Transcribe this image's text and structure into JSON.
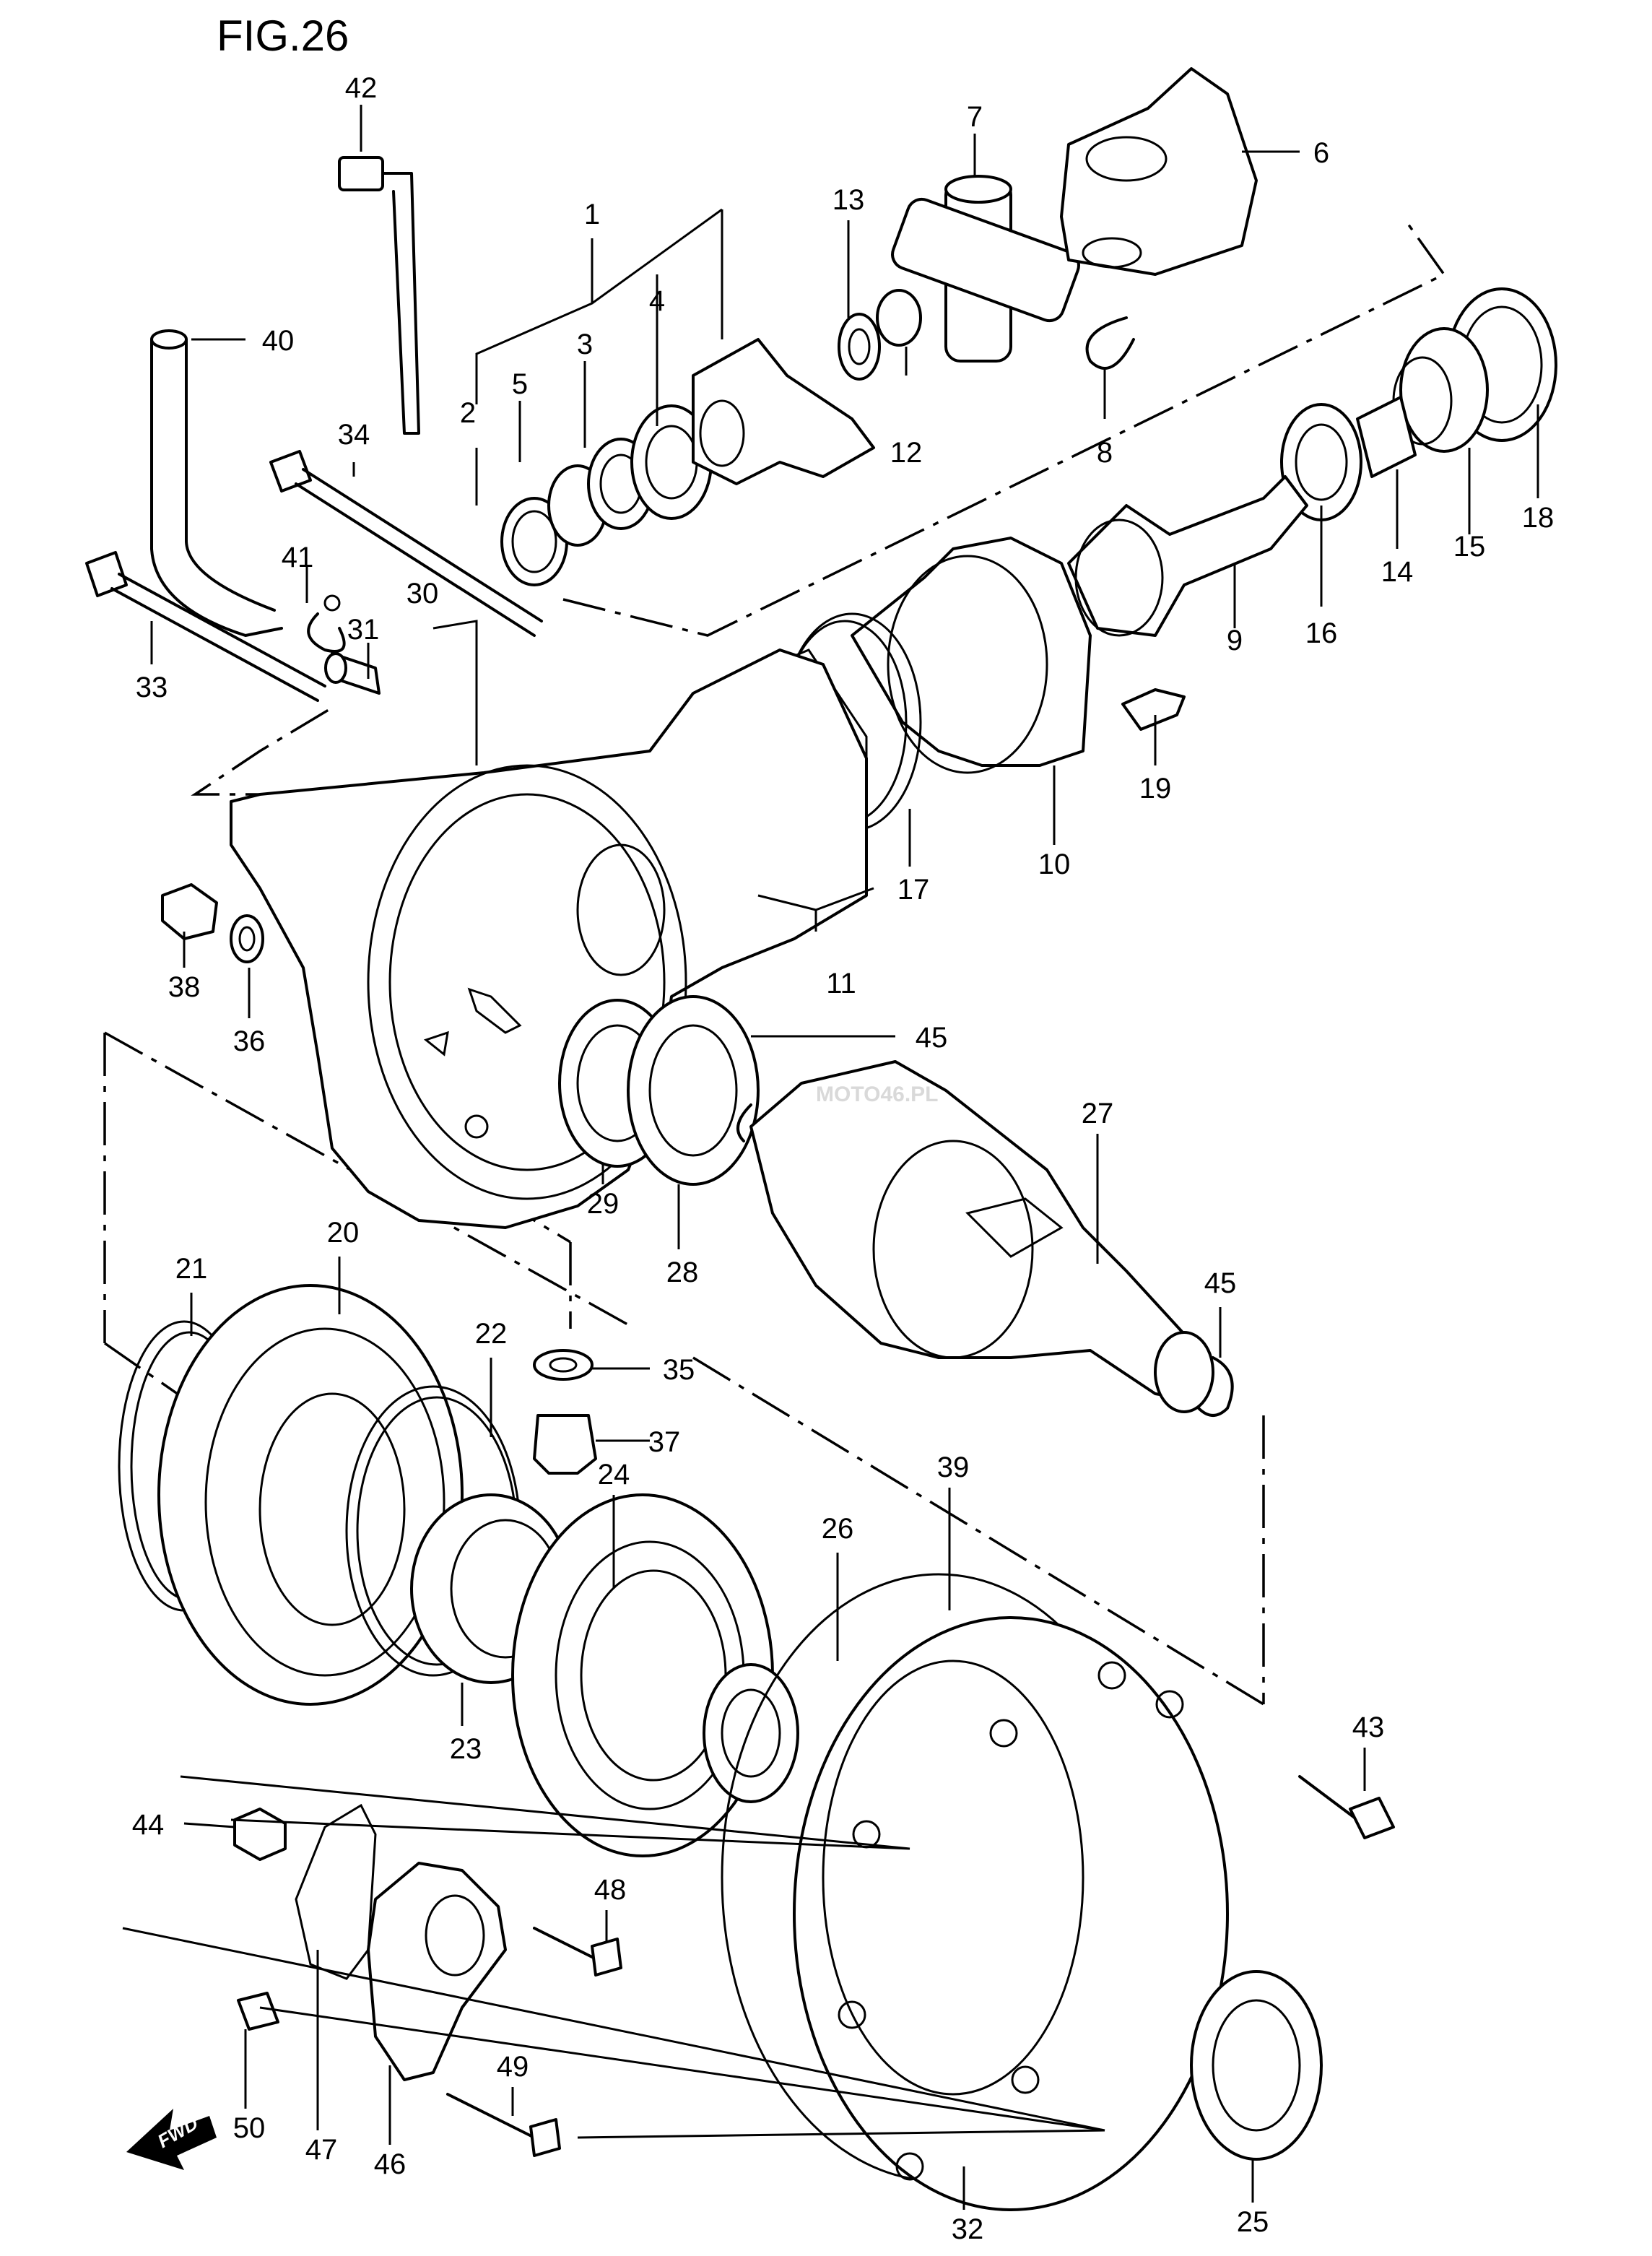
{
  "diagram": {
    "header_fragment": "FIG.26",
    "watermark": "MOTO46.PL",
    "fwd_label": "FWD",
    "callouts": [
      {
        "id": "c42",
        "label": "42"
      },
      {
        "id": "c7",
        "label": "7"
      },
      {
        "id": "c6",
        "label": "6"
      },
      {
        "id": "c1",
        "label": "1"
      },
      {
        "id": "c13",
        "label": "13"
      },
      {
        "id": "c4",
        "label": "4"
      },
      {
        "id": "c3",
        "label": "3"
      },
      {
        "id": "c5",
        "label": "5"
      },
      {
        "id": "c2",
        "label": "2"
      },
      {
        "id": "c40",
        "label": "40"
      },
      {
        "id": "c34",
        "label": "34"
      },
      {
        "id": "c12",
        "label": "12"
      },
      {
        "id": "c8",
        "label": "8"
      },
      {
        "id": "c18",
        "label": "18"
      },
      {
        "id": "c15",
        "label": "15"
      },
      {
        "id": "c14",
        "label": "14"
      },
      {
        "id": "c16",
        "label": "16"
      },
      {
        "id": "c9",
        "label": "9"
      },
      {
        "id": "c41",
        "label": "41"
      },
      {
        "id": "c30",
        "label": "30"
      },
      {
        "id": "c31",
        "label": "31"
      },
      {
        "id": "c33",
        "label": "33"
      },
      {
        "id": "c19",
        "label": "19"
      },
      {
        "id": "c10",
        "label": "10"
      },
      {
        "id": "c17",
        "label": "17"
      },
      {
        "id": "c11",
        "label": "11"
      },
      {
        "id": "c38",
        "label": "38"
      },
      {
        "id": "c36",
        "label": "36"
      },
      {
        "id": "c45a",
        "label": "45"
      },
      {
        "id": "c27",
        "label": "27"
      },
      {
        "id": "c29",
        "label": "29"
      },
      {
        "id": "c28",
        "label": "28"
      },
      {
        "id": "c45b",
        "label": "45"
      },
      {
        "id": "c21",
        "label": "21"
      },
      {
        "id": "c20",
        "label": "20"
      },
      {
        "id": "c22",
        "label": "22"
      },
      {
        "id": "c35",
        "label": "35"
      },
      {
        "id": "c37",
        "label": "37"
      },
      {
        "id": "c39",
        "label": "39"
      },
      {
        "id": "c24",
        "label": "24"
      },
      {
        "id": "c26",
        "label": "26"
      },
      {
        "id": "c23",
        "label": "23"
      },
      {
        "id": "c43",
        "label": "43"
      },
      {
        "id": "c44",
        "label": "44"
      },
      {
        "id": "c48",
        "label": "48"
      },
      {
        "id": "c49",
        "label": "49"
      },
      {
        "id": "c50",
        "label": "50"
      },
      {
        "id": "c47",
        "label": "47"
      },
      {
        "id": "c46",
        "label": "46"
      },
      {
        "id": "c32",
        "label": "32"
      },
      {
        "id": "c25",
        "label": "25"
      }
    ]
  }
}
